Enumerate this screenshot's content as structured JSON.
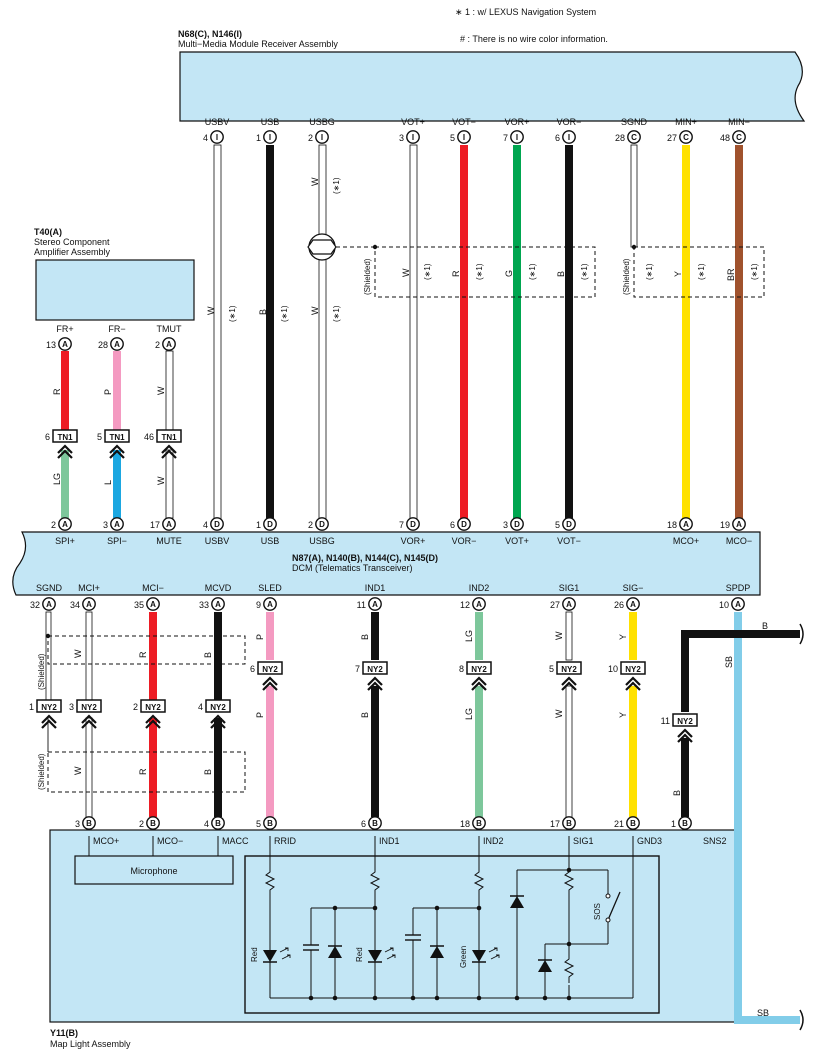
{
  "notes": {
    "n1": "∗ 1 : w/ LEXUS Navigation System",
    "n2": "# : There is no wire color information."
  },
  "colors": {
    "box_fill": "#c3e6f5",
    "R": "#ed1c24",
    "B": "#111111",
    "W": "#ffffff",
    "G": "#00a650",
    "Y": "#ffe100",
    "BR": "#a0522d",
    "P": "#f49ac1",
    "LG": "#7dc79b",
    "L": "#1ba7e1",
    "SB": "#82cde9"
  },
  "modules": {
    "N68": {
      "id": "N68(C), N146(I)",
      "name": "Multi−Media Module Receiver Assembly"
    },
    "T40": {
      "id": "T40(A)",
      "name1": "Stereo Component",
      "name2": "Amplifier Assembly"
    },
    "N87": {
      "id": "N87(A), N140(B), N144(C), N145(D)",
      "name": "DCM (Telematics Transceiver)"
    },
    "Y11": {
      "id": "Y11(B)",
      "name": "Map Light Assembly",
      "microphone": "Microphone",
      "sos": "SOS"
    }
  },
  "n68_pins": [
    {
      "label": "USBV",
      "num": "4",
      "conn": "I"
    },
    {
      "label": "USB",
      "num": "1",
      "conn": "I"
    },
    {
      "label": "USBG",
      "num": "2",
      "conn": "I"
    },
    {
      "label": "VOT+",
      "num": "3",
      "conn": "I"
    },
    {
      "label": "VOT−",
      "num": "5",
      "conn": "I"
    },
    {
      "label": "VOR+",
      "num": "7",
      "conn": "I"
    },
    {
      "label": "VOR−",
      "num": "6",
      "conn": "I"
    },
    {
      "label": "SGND",
      "num": "28",
      "conn": "C"
    },
    {
      "label": "MIN+",
      "num": "27",
      "conn": "C"
    },
    {
      "label": "MIN−",
      "num": "48",
      "conn": "C"
    }
  ],
  "t40_pins": [
    {
      "label": "FR+",
      "num": "13",
      "conn": "A"
    },
    {
      "label": "FR−",
      "num": "28",
      "conn": "A"
    },
    {
      "label": "TMUT",
      "num": "2",
      "conn": "A"
    }
  ],
  "n87_top_pins": [
    {
      "label": "SPI+",
      "num": "2",
      "conn": "A"
    },
    {
      "label": "SPI−",
      "num": "3",
      "conn": "A"
    },
    {
      "label": "MUTE",
      "num": "17",
      "conn": "A"
    },
    {
      "label": "USBV",
      "num": "4",
      "conn": "D"
    },
    {
      "label": "USB",
      "num": "1",
      "conn": "D"
    },
    {
      "label": "USBG",
      "num": "2",
      "conn": "D"
    },
    {
      "label": "VOR+",
      "num": "7",
      "conn": "D"
    },
    {
      "label": "VOR−",
      "num": "6",
      "conn": "D"
    },
    {
      "label": "VOT+",
      "num": "3",
      "conn": "D"
    },
    {
      "label": "VOT−",
      "num": "5",
      "conn": "D"
    },
    {
      "label": "MCO+",
      "num": "18",
      "conn": "A"
    },
    {
      "label": "MCO−",
      "num": "19",
      "conn": "A"
    }
  ],
  "n87_bottom_pins": [
    {
      "label": "SGND",
      "num": "32",
      "conn": "A"
    },
    {
      "label": "MCI+",
      "num": "34",
      "conn": "A"
    },
    {
      "label": "MCI−",
      "num": "35",
      "conn": "A"
    },
    {
      "label": "MCVD",
      "num": "33",
      "conn": "A"
    },
    {
      "label": "SLED",
      "num": "9",
      "conn": "A"
    },
    {
      "label": "IND1",
      "num": "11",
      "conn": "A"
    },
    {
      "label": "IND2",
      "num": "12",
      "conn": "A"
    },
    {
      "label": "SIG1",
      "num": "27",
      "conn": "A"
    },
    {
      "label": "SIG−",
      "num": "26",
      "conn": "A"
    },
    {
      "label": "SPDP",
      "num": "10",
      "conn": "A"
    }
  ],
  "y11_pins": [
    {
      "label": "MCO+",
      "num": "3",
      "conn": "B"
    },
    {
      "label": "MCO−",
      "num": "2",
      "conn": "B"
    },
    {
      "label": "MACC",
      "num": "4",
      "conn": "B"
    },
    {
      "label": "RRID",
      "num": "5",
      "conn": "B"
    },
    {
      "label": "IND1",
      "num": "6",
      "conn": "B"
    },
    {
      "label": "IND2",
      "num": "18",
      "conn": "B"
    },
    {
      "label": "SIG1",
      "num": "17",
      "conn": "B"
    },
    {
      "label": "GND3",
      "num": "21",
      "conn": "B"
    },
    {
      "label": "SNS2",
      "num": "1",
      "conn": "B"
    }
  ],
  "wire_codes": {
    "W": "W",
    "B": "B",
    "R": "R",
    "G": "G",
    "Y": "Y",
    "BR": "BR",
    "P": "P",
    "LG": "LG",
    "L": "L",
    "SB": "SB",
    "star": "(∗1)",
    "shielded": "(Shielded)"
  },
  "junctions": {
    "TN1_FR+": {
      "num": "6",
      "code": "TN1"
    },
    "TN1_FR−": {
      "num": "5",
      "code": "TN1"
    },
    "TN1_TMUT": {
      "num": "46",
      "code": "TN1"
    },
    "NY2_SLED": {
      "num": "6",
      "code": "NY2"
    },
    "NY2_IND1": {
      "num": "7",
      "code": "NY2"
    },
    "NY2_IND2": {
      "num": "8",
      "code": "NY2"
    },
    "NY2_SIG1": {
      "num": "5",
      "code": "NY2"
    },
    "NY2_SIG−": {
      "num": "10",
      "code": "NY2"
    },
    "NY2_SGND": {
      "num": "1",
      "code": "NY2"
    },
    "NY2_MCI+": {
      "num": "3",
      "code": "NY2"
    },
    "NY2_MCI−": {
      "num": "2",
      "code": "NY2"
    },
    "NY2_MCVD": {
      "num": "4",
      "code": "NY2"
    },
    "NY2_SPDP": {
      "num": "11",
      "code": "NY2"
    }
  },
  "led_labels": {
    "red1": "Red",
    "red2": "Red",
    "green": "Green"
  }
}
